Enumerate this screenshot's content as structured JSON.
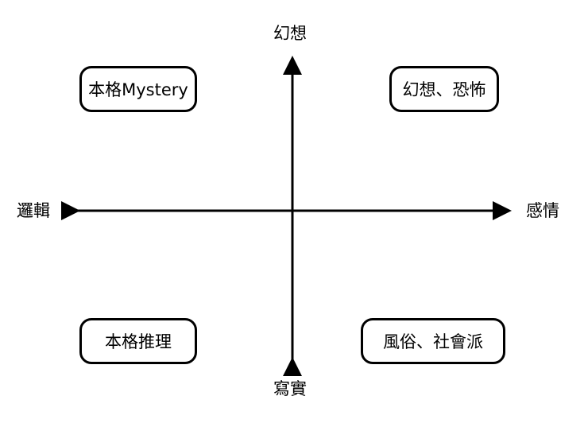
{
  "axes": {
    "top": "幻想",
    "bottom": "寫實",
    "left": "邏輯",
    "right": "感情"
  },
  "quadrants": {
    "top_left": "本格Mystery",
    "top_right": "幻想、恐怖",
    "bottom_left": "本格推理",
    "bottom_right": "風俗、社會派"
  }
}
